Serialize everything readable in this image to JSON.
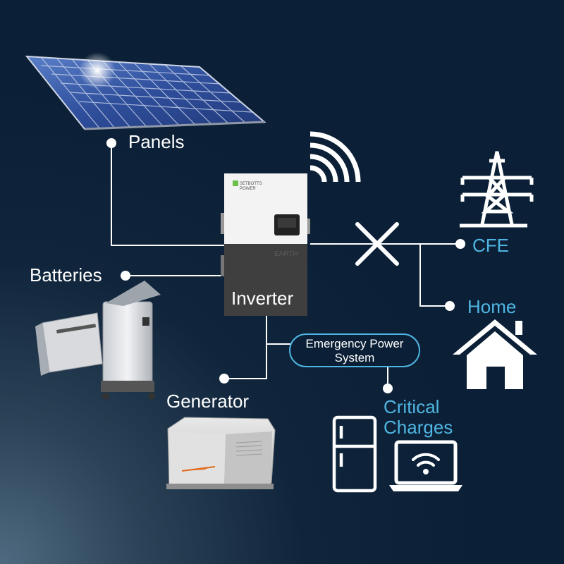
{
  "labels": {
    "panels": "Panels",
    "batteries": "Batteries",
    "generator": "Generator",
    "cfe": "CFE",
    "home": "Home",
    "critical_line1": "Critical",
    "critical_line2": "Charges",
    "inverter": "Inverter",
    "eps_line1": "Emergency Power",
    "eps_line2": "System"
  },
  "inverter_brand": {
    "line1": "SETBOTTS",
    "line2": "POWER"
  },
  "colors": {
    "background": "#0b2036",
    "accent_blue": "#4fb6e3",
    "line_white": "#ffffff"
  },
  "icons": [
    "solar-panel",
    "wifi-signal",
    "power-tower",
    "house",
    "battery-pack",
    "generator",
    "refrigerator",
    "laptop-wifi",
    "disconnect-x"
  ]
}
